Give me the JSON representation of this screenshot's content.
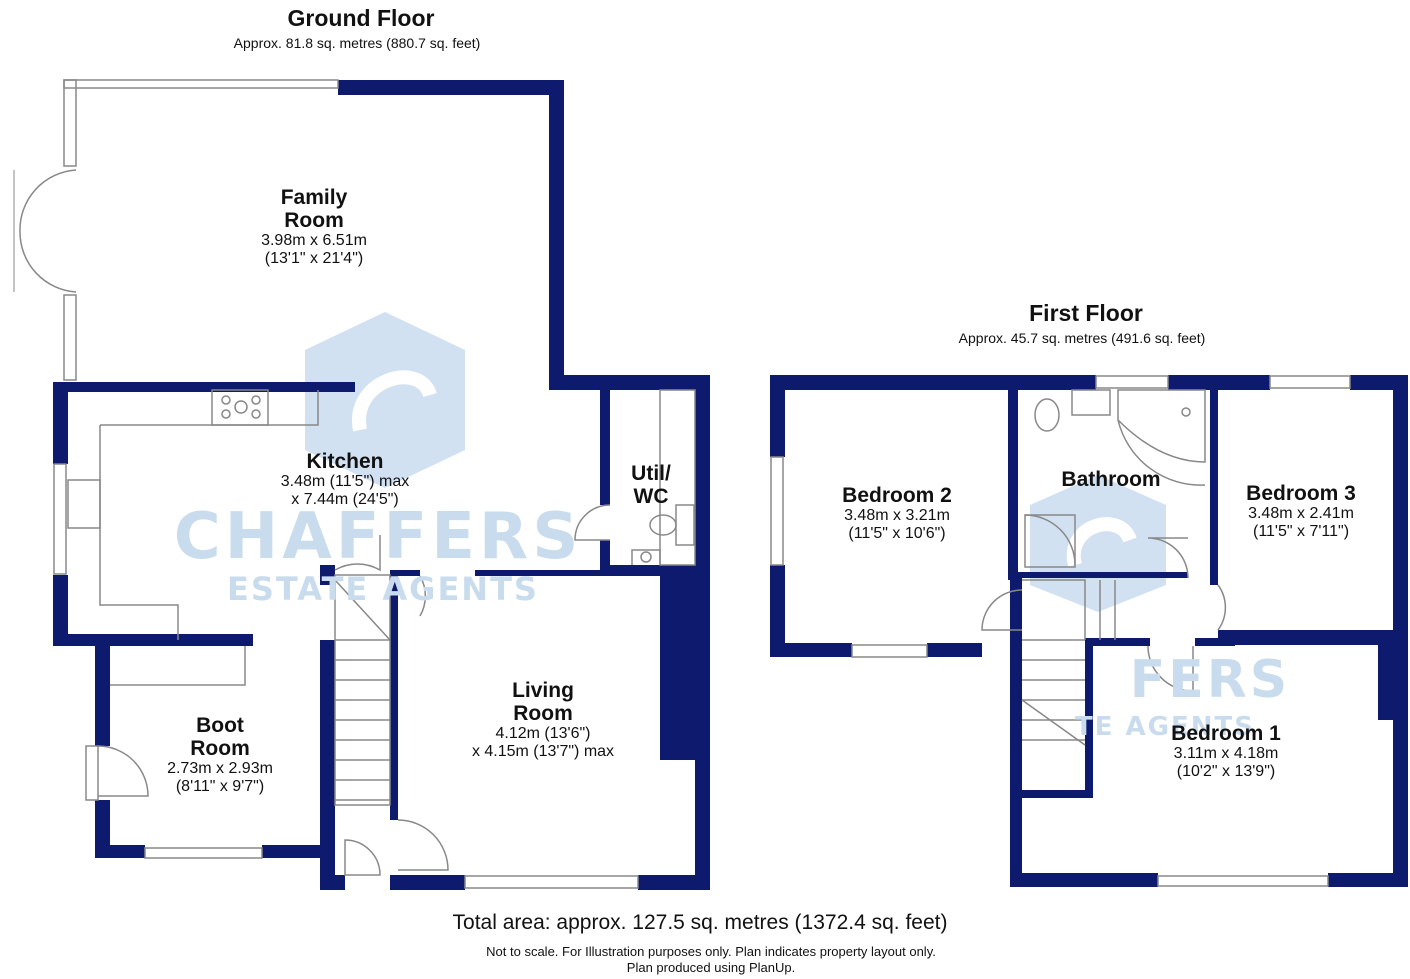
{
  "ground_floor": {
    "title": "Ground Floor",
    "area": "Approx. 81.8 sq. metres (880.7 sq. feet)",
    "rooms": {
      "family_room": {
        "name": "Family\nRoom",
        "dim1": "3.98m x 6.51m",
        "dim2": "(13'1\" x 21'4\")"
      },
      "kitchen": {
        "name": "Kitchen",
        "dim1": "3.48m (11'5\") max",
        "dim2": "x 7.44m (24'5\")"
      },
      "util_wc": {
        "name": "Util/\nWC"
      },
      "boot_room": {
        "name": "Boot\nRoom",
        "dim1": "2.73m x 2.93m",
        "dim2": "(8'11\" x 9'7\")"
      },
      "living_room": {
        "name": "Living\nRoom",
        "dim1": "4.12m (13'6\")",
        "dim2": "x 4.15m (13'7\") max"
      }
    }
  },
  "first_floor": {
    "title": "First Floor",
    "area": "Approx. 45.7 sq. metres (491.6 sq. feet)",
    "rooms": {
      "bedroom_2": {
        "name": "Bedroom 2",
        "dim1": "3.48m x 3.21m",
        "dim2": "(11'5\" x 10'6\")"
      },
      "bathroom": {
        "name": "Bathroom"
      },
      "bedroom_3": {
        "name": "Bedroom 3",
        "dim1": "3.48m x 2.41m",
        "dim2": "(11'5\" x 7'11\")"
      },
      "bedroom_1": {
        "name": "Bedroom 1",
        "dim1": "3.11m x 4.18m",
        "dim2": "(10'2\" x 13'9\")"
      }
    }
  },
  "watermark": {
    "brand": "CHAFFERS",
    "tagline": "ESTATE AGENTS"
  },
  "footer": {
    "total": "Total area: approx. 127.5 sq. metres (1372.4 sq. feet)",
    "note1": "Not to scale. For Illustration purposes only. Plan indicates property layout only.",
    "note2": "Plan produced using PlanUp."
  },
  "colors": {
    "wall": "#0d1a6e",
    "watermark": "#c9dcee",
    "fixture": "#888888"
  }
}
